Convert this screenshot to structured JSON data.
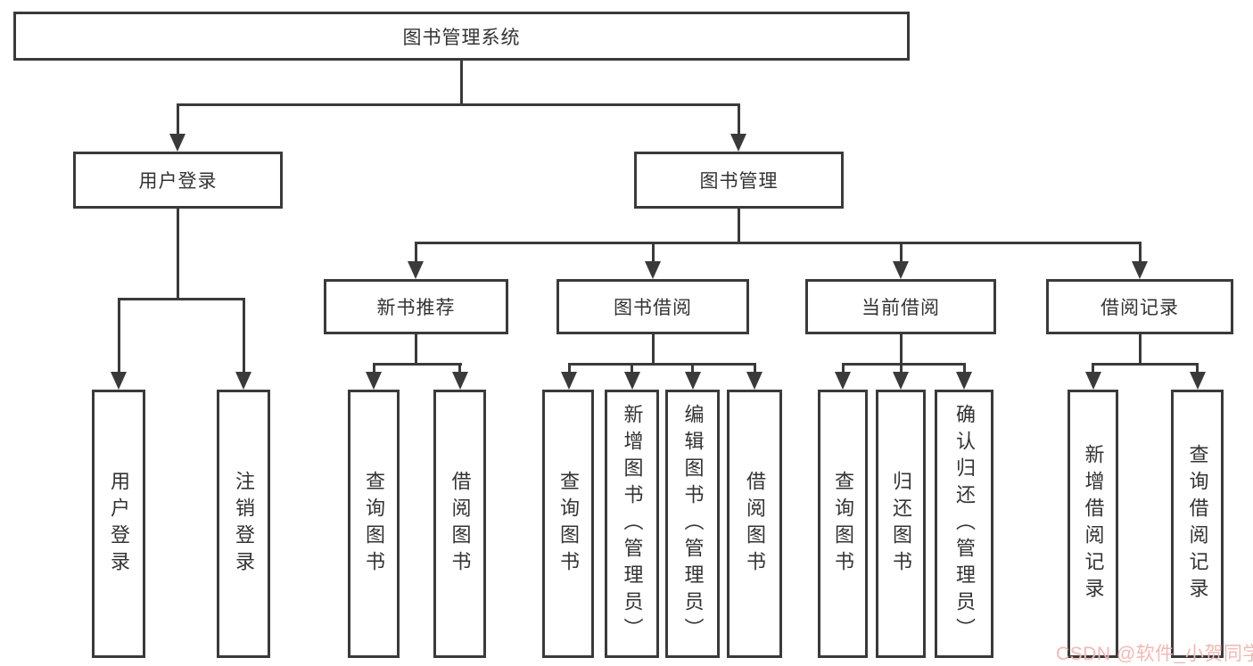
{
  "title": "图书管理系统",
  "level2": [
    "用户登录",
    "图书管理"
  ],
  "level3": [
    "新书推荐",
    "图书借阅",
    "当前借阅",
    "借阅记录"
  ],
  "leaves": {
    "login": [
      "用户登录",
      "注销登录"
    ],
    "recommend": [
      "查询图书",
      "借阅图书"
    ],
    "borrow": [
      "查询图书",
      "新增图书（管理员）",
      "编辑图书（管理员）",
      "借阅图书"
    ],
    "current": [
      "查询图书",
      "归还图书",
      "确认归还（管理员）"
    ],
    "records": [
      "新增借阅记录",
      "查询借阅记录"
    ]
  },
  "watermark": "CSDN @软件_小贺同学",
  "colors": {
    "line": "#3a3a3a",
    "text": "#333333",
    "watermark": "#f3b8b3",
    "background": "#ffffff"
  }
}
